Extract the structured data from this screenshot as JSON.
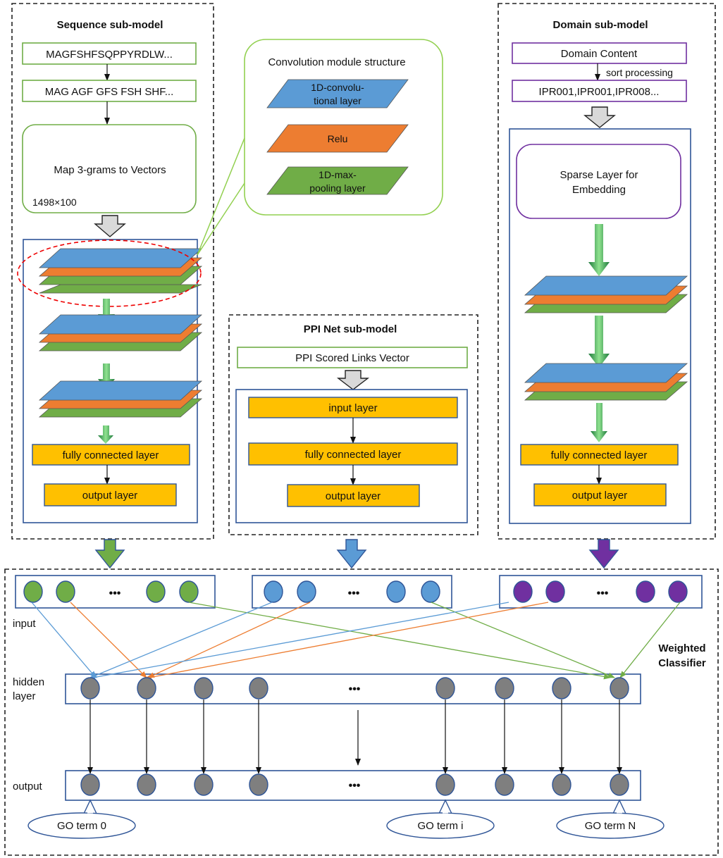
{
  "sequence": {
    "title": "Sequence sub-model",
    "raw_sequence": "MAGFSHFSQPPYRDLW...",
    "trigrams": "MAG AGF GFS FSH SHF...",
    "map_label": "Map 3-grams to Vectors",
    "dims": "1498×100",
    "fc_label": "fully connected layer",
    "output_label": "output layer"
  },
  "conv_module": {
    "title": "Convolution module structure",
    "conv_label_1": "1D-convolu-",
    "conv_label_2": "tional layer",
    "relu_label": "Relu",
    "pool_label_1": "1D-max-",
    "pool_label_2": "pooling layer"
  },
  "ppi": {
    "title": "PPI Net sub-model",
    "vector_label": "PPI Scored Links Vector",
    "input_label": "input layer",
    "fc_label": "fully connected layer",
    "output_label": "output layer"
  },
  "domain": {
    "title": "Domain sub-model",
    "content_label": "Domain Content",
    "sort_label": "sort processing",
    "ids_label": "IPR001,IPR001,IPR008...",
    "sparse_label_1": "Sparse Layer for",
    "sparse_label_2": "Embedding",
    "fc_label": "fully connected layer",
    "output_label": "output layer"
  },
  "classifier": {
    "title_1": "Weighted",
    "title_2": "Classifier",
    "input_label": "input",
    "hidden_label_1": "hidden",
    "hidden_label_2": "layer",
    "output_label": "output",
    "ellipsis": "•••",
    "go_terms": [
      "GO term 0",
      "GO term i",
      "GO term N"
    ]
  },
  "colors": {
    "blue": "#5b9bd5",
    "orange": "#ed7d31",
    "green": "#70ad47",
    "purple": "#7030a0",
    "gold": "#ffc000",
    "gray_node": "#7f7f7f",
    "frame": "#2f5597",
    "lime_frame": "#92d050"
  }
}
